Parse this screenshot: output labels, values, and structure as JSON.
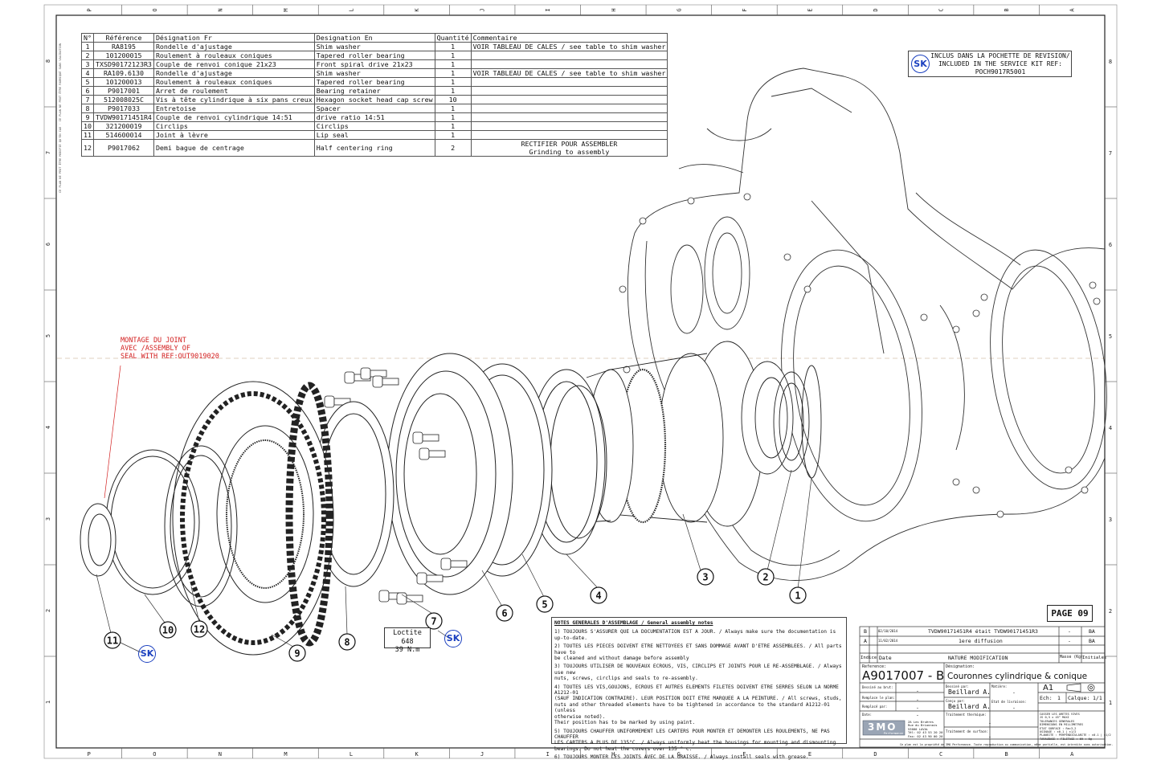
{
  "frame": {
    "columns": [
      "P",
      "O",
      "N",
      "M",
      "L",
      "K",
      "J",
      "I",
      "H",
      "G",
      "F",
      "E",
      "D",
      "C",
      "B",
      "A"
    ],
    "rows": [
      "8",
      "7",
      "6",
      "5",
      "4",
      "3",
      "2",
      "1"
    ]
  },
  "side_note": "CE PLAN NE PEUT ÊTRE MODIFIÉ QU'EN CAO · CE PLAN NE PEUT ÊTRE FABRIQUÉ SANS VALIDATION",
  "bom": {
    "headers": [
      "N°",
      "Référence",
      "Désignation Fr",
      "Designation En",
      "Quantité",
      "Commentaire"
    ],
    "rows": [
      [
        "1",
        "RA8195",
        "Rondelle d'ajustage",
        "Shim washer",
        "1",
        "VOIR TABLEAU DE CALES / see table to shim washer"
      ],
      [
        "2",
        "101200015",
        "Roulement à rouleaux coniques",
        "Tapered roller bearing",
        "1",
        ""
      ],
      [
        "3",
        "TXSD90172123R3",
        "Couple de renvoi conique 21x23",
        "Front spiral drive 21x23",
        "1",
        ""
      ],
      [
        "4",
        "RA109.6130",
        "Rondelle d'ajustage",
        "Shim washer",
        "1",
        "VOIR TABLEAU DE CALES / see table to shim washer"
      ],
      [
        "5",
        "101200013",
        "Roulement à rouleaux coniques",
        "Tapered roller bearing",
        "1",
        ""
      ],
      [
        "6",
        "P9017001",
        "Arret de roulement",
        "Bearing retainer",
        "1",
        ""
      ],
      [
        "7",
        "512008025C",
        "Vis à tête cylindrique à six pans creux",
        "Hexagon socket head cap screw",
        "10",
        ""
      ],
      [
        "8",
        "P9017033",
        "Entretoise",
        "Spacer",
        "1",
        ""
      ],
      [
        "9",
        "TVDW90171451R4",
        "Couple de renvoi cylindrique 14:51",
        "drive ratio 14:51",
        "1",
        ""
      ],
      [
        "10",
        "321200019",
        "Circlips",
        "Circlips",
        "1",
        ""
      ],
      [
        "11",
        "514600014",
        "Joint à lèvre",
        "Lip seal",
        "1",
        ""
      ],
      [
        "12",
        "P9017062",
        "Demi bague de centrage",
        "Half centering ring",
        "2",
        "RECTIFIER POUR ASSEMBLER\nGrinding to assembly"
      ]
    ]
  },
  "service_kit": {
    "badge": "SK",
    "line1": "INCLUS DANS LA POCHETTE DE REVISION/",
    "line2": "INCLUDED IN THE SERVICE KIT REF:",
    "line3": "POCH9017R5001"
  },
  "seal_note": {
    "line1": "MONTAGE DU JOINT",
    "line2": "AVEC /ASSEMBLY OF",
    "line3": "SEAL WITH REF:OUT9019020",
    "color": "#d32020"
  },
  "loctite": {
    "line1": "Loctite 648",
    "line2": "39 N.m"
  },
  "balloons": [
    "1",
    "2",
    "3",
    "4",
    "5",
    "6",
    "7",
    "8",
    "9",
    "10",
    "11",
    "12"
  ],
  "sk_badge": "SK",
  "notes": {
    "title": "NOTES GENERALES D'ASSEMBLAGE / General assembly notes",
    "items": [
      "1) TOUJOURS S'ASSURER QUE LA DOCUMENTATION EST A JOUR. / Always make sure the documentation is up-to-date.",
      "2) TOUTES LES PIECES DOIVENT ETRE NETTOYEES ET SANS DOMMAGE AVANT D'ETRE ASSEMBLEES. / All parts have to\n   be cleaned and without damage before assembly",
      "3) TOUJOURS UTILISER DE NOUVEAUX ECROUS, VIS, CIRCLIPS ET JOINTS POUR LE RE-ASSEMBLAGE. / Always use new\n   nuts, screws, circlips and seals to re-assembly.",
      "4) TOUTES LES VIS,GOUJONS, ECROUS ET AUTRES ELEMENTS FILETES DOIVENT ETRE SERRES SELON LA NORME A1212-01\n   (SAUF INDICATION CONTRAIRE). LEUR POSITION DOIT ETRE MARQUEE A LA PEINTURE. / All screws, studs,\n   nuts and other threaded elements  have to be tightened in accordance to the standard A1212-01 (unless\n   otherwise noted).\n   Their position has to be marked by using paint.",
      "5) TOUJOURS CHAUFFER UNIFORMEMENT LES CARTERS POUR MONTER ET DEMONTER LES ROULEMENTS, NE PAS CHAUFFER\n   LES CARTERS A PLUS DE 135°C. / Always uniformly heat the housings for mounting and dismounting\n   bearings. Do not heat the covers over 135 ° c.",
      "6) TOUJOURS MONTER LES JOINTS AVEC DE LA GRAISSE. / Always install seals with grease."
    ]
  },
  "page_label": "PAGE 09",
  "title_block": {
    "rev_rows": [
      {
        "indice": "B",
        "date": "02/10/2014",
        "modification": "TVDW90171451R4 était TVDW90171451R3",
        "initials": "BA"
      },
      {
        "indice": "A",
        "date": "11/02/2014",
        "modification": "1ere diffusion",
        "initials": "BA"
      }
    ],
    "rev_headers": {
      "indice": "Indice",
      "date": "Date",
      "modification": "NATURE MODIFICATION",
      "mass": "Masse (Kg)",
      "initials": "Initiales"
    },
    "reference_label": "Reference:",
    "reference": "A9017007",
    "index": "B",
    "designation_label": "Désignation:",
    "designation": "Couronnes cylindrique & conique",
    "dessine_label": "Dessiné par:",
    "dessine": "Beillard A.",
    "concu_label": "Conçu par:",
    "concu": "Beillard A.",
    "format": "A1",
    "ech_label": "Ech:",
    "ech": "1",
    "calque_label": "Calque:",
    "calque": "1/1",
    "numero_label": "Remplace le plan:",
    "remplace_label": "Remplacé par:",
    "date_label": "Date:",
    "brut_label": "Dessiné au brut:",
    "matiere_label": "Matière:",
    "traitement_label": "Traitement thermique:",
    "surface_label": "Traitement de surface:",
    "etat_label": "Etat de livraison:",
    "dash": "-",
    "logo": "3MO",
    "logo_sub": "Performance",
    "address": "ZA Les Bruères\nRue du Brionnais\n53000 LAVAL\nTél: 02 43 53 20 20\nFax: 02 43 90 00 20",
    "general_notes": "CASSER LES ARETES VIVES\nJS 0,5 x 45° MAXI\nTOLERANCES GENERALES\nDIMENSIONS EN MILLIMETRES\nETAT SURFACE : Ra=3,2\nUSINAGE : ±0.1 | ±1/2\nPLANEITE : PERPENDICULARITE : ±0.1 | ±1/2\nTARAUDAGE : FILETAGE : 6H : 6g"
  },
  "footer_legal": "Ce plan est la propriété de 3MO Performance. Toute reproduction ou communication, même partielle, est interdite sans autorisation."
}
